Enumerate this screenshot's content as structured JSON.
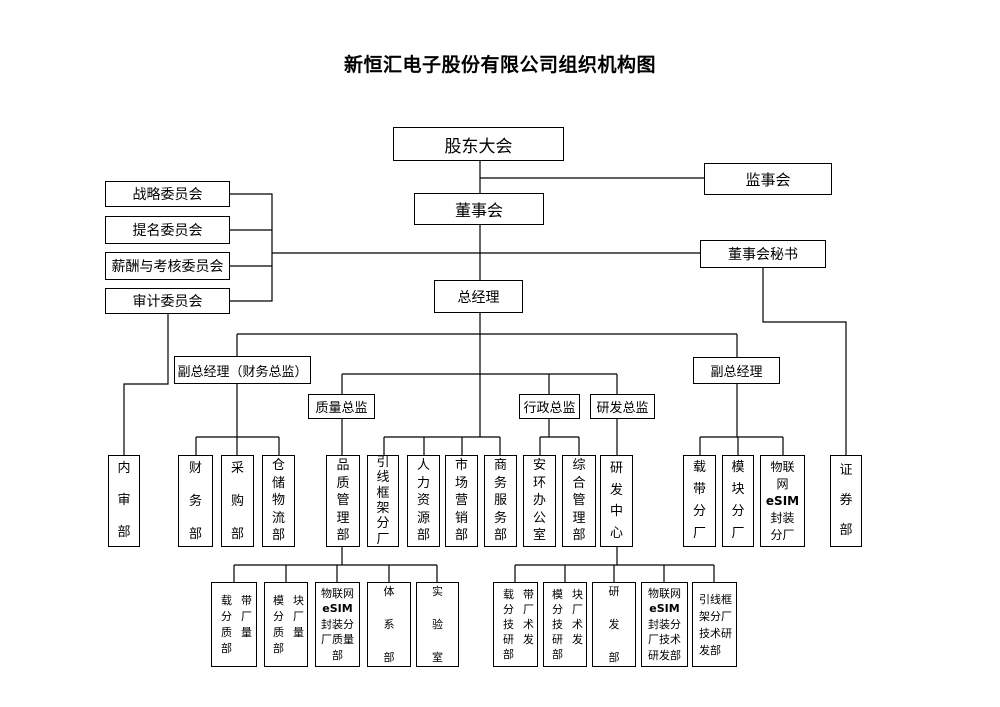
{
  "title": "新恒汇电子股份有限公司组织机构图",
  "shareholders_meeting": "股东大会",
  "supervisory_board": "监事会",
  "board": "董事会",
  "committees": [
    "战略委员会",
    "提名委员会",
    "薪酬与考核委员会",
    "审计委员会"
  ],
  "board_secretary": "董事会秘书",
  "general_manager": "总经理",
  "deputy_gm_finance": "副总经理（财务总监）",
  "deputy_gm": "副总经理",
  "directors": {
    "quality": "质量总监",
    "admin": "行政总监",
    "rd": "研发总监"
  },
  "departments": {
    "internal_audit": "内审部",
    "finance": "财务部",
    "procurement": "采购部",
    "warehouse_logistics": "仓储物流部",
    "quality_management": "品质管理部",
    "lead_frame_factory": "引线框架分厂",
    "hr": "人力资源部",
    "marketing": "市场营销部",
    "business_services": "商务服务部",
    "ehs_office": "安环办公室",
    "general_management": "综合管理部",
    "rd_center": "研发中心",
    "carrier_tape_factory": "载带分厂",
    "module_factory": "模块分厂",
    "iot_esim_factory": [
      "物联",
      "网",
      "eSIM",
      "封装",
      "分厂"
    ],
    "securities": "证券部"
  },
  "quality_units": [
    {
      "lines": [
        "载带",
        "分厂",
        "质量",
        "部"
      ]
    },
    {
      "lines": [
        "模块",
        "分厂",
        "质量",
        "部"
      ]
    },
    {
      "lines": [
        "物联网",
        "eSIM",
        "封装分",
        "厂质量",
        "部"
      ]
    },
    {
      "label": "体系部"
    },
    {
      "label": "实验室"
    }
  ],
  "rd_units": [
    {
      "lines": [
        "载带",
        "分厂",
        "技术",
        "研发",
        "部"
      ]
    },
    {
      "lines": [
        "模块",
        "分厂",
        "技术",
        "研发",
        "部"
      ]
    },
    {
      "label": "研发部"
    },
    {
      "lines": [
        "物联网",
        "eSIM",
        "封装分",
        "厂技术",
        "研发部"
      ]
    },
    {
      "lines": [
        "引线框",
        "架分厂",
        "技术研",
        "发部"
      ]
    }
  ]
}
